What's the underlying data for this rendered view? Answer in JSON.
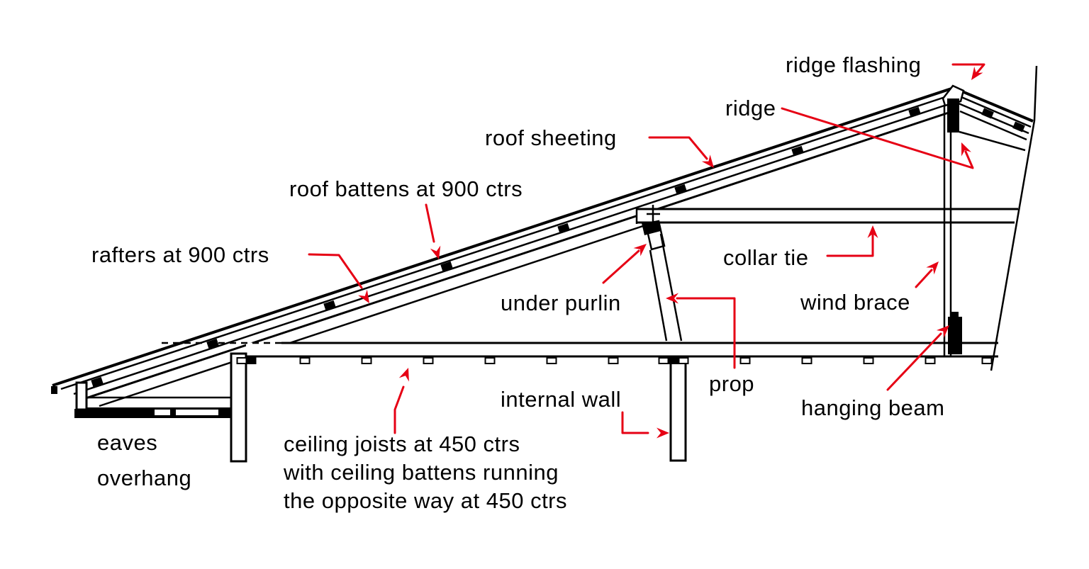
{
  "diagram": {
    "type": "technical-drawing",
    "subject": "Roof framing cross-section",
    "colors": {
      "background": "#ffffff",
      "line": "#000000",
      "leader": "#e60014"
    },
    "labels": {
      "ridge_flashing": "ridge flashing",
      "ridge": "ridge",
      "roof_sheeting": "roof sheeting",
      "roof_battens": "roof battens at 900 ctrs",
      "rafters": "rafters at 900 ctrs",
      "collar_tie": "collar tie",
      "under_purlin": "under purlin",
      "wind_brace": "wind brace",
      "prop": "prop",
      "hanging_beam": "hanging beam",
      "internal_wall": "internal wall",
      "eaves_overhang_line1": "eaves",
      "eaves_overhang_line2": "overhang",
      "ceiling_note_line1": "ceiling joists at 450 ctrs",
      "ceiling_note_line2": "with ceiling battens running",
      "ceiling_note_line3": "the opposite way at 450 ctrs"
    }
  }
}
